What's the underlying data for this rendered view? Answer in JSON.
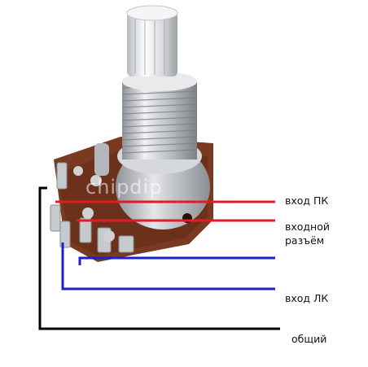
{
  "labels": {
    "input_right": "вход ПК",
    "input_jack_line1": "входной",
    "input_jack_line2": "разъём",
    "input_left": "вход ЛК",
    "common": "общий"
  },
  "watermark": "chipdip",
  "colors": {
    "red_wire": "#e31b23",
    "blue_wire": "#1a22c8",
    "black_wire": "#000000",
    "pcb": "#7a3a22",
    "metal": "#c9ccd0"
  },
  "icons": [
    "potentiometer-photo"
  ]
}
